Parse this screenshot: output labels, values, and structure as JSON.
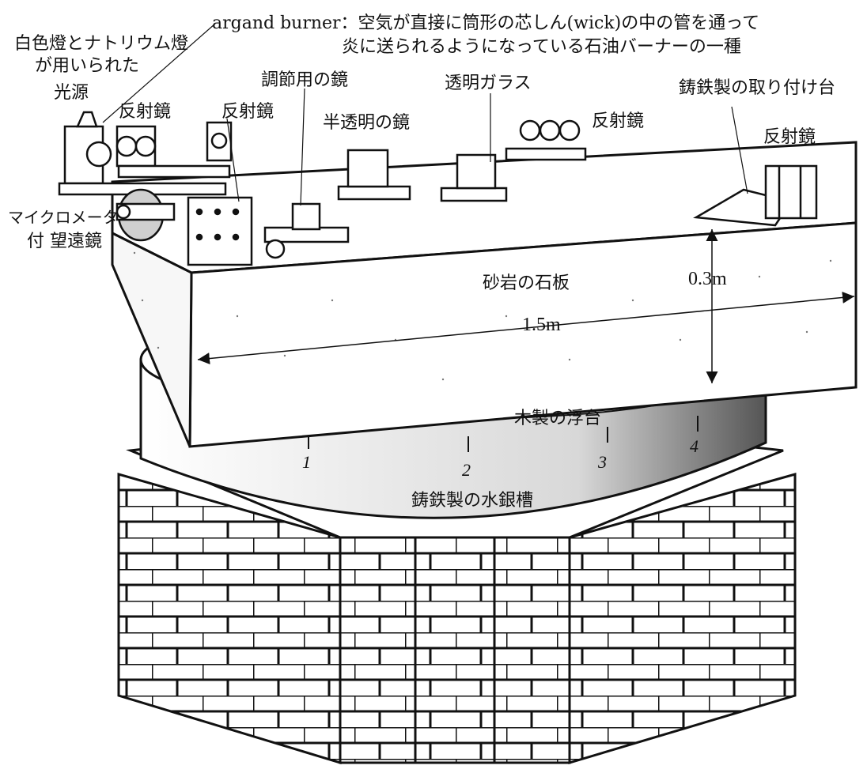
{
  "labels": {
    "argand_note_line1": "argand burner：空気が直接に筒形の芯しん(wick)の中の管を通って",
    "argand_note_line2": "炎に送られるようになっている石油バーナーの一種",
    "lamp_note_line1": "白色燈とナトリウム燈",
    "lamp_note_line2": "が用いられた",
    "light_source": "光源",
    "mirror_1": "反射鏡",
    "mirror_2": "反射鏡",
    "adjust_mirror": "調節用の鏡",
    "half_mirror": "半透明の鏡",
    "clear_glass": "透明ガラス",
    "mirror_3": "反射鏡",
    "mount": "鋳鉄製の取り付け台",
    "mirror_4": "反射鏡",
    "micrometer_line1": "マイクロメータ",
    "micrometer_line2": "付 望遠鏡",
    "slab": "砂岩の石板",
    "height_dim": "0.3m",
    "width_dim": "1.5m",
    "float": "木製の浮台",
    "trough": "鋳鉄製の水銀槽",
    "scale_1": "1",
    "scale_2": "2",
    "scale_3": "3",
    "scale_4": "4"
  }
}
